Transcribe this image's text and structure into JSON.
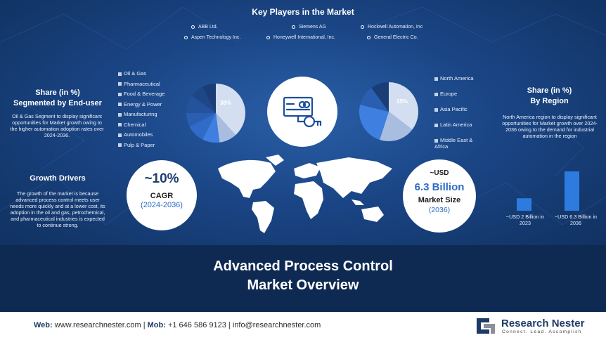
{
  "key_players": {
    "title": "Key Players in the Market",
    "row1": [
      "ABB Ltd.",
      "Siemens AG",
      "Rockwell Automation,  Inc"
    ],
    "row2": [
      "Aspen Technology Inc.",
      "Honeywell International, Inc.",
      "General Electric Co."
    ]
  },
  "end_user": {
    "title_line1": "Share (in %)",
    "title_line2": "Segmented by End-user",
    "description": "Oil & Gas Segment  to display significant opportunities for Market growth owing to the higher automation adoption rates over 2024-2036.",
    "legend": [
      "Oil & Gas",
      "Pharmaceutical",
      "Food & Beverage",
      "Energy & Power",
      "Manufacturing",
      "Chemical",
      "Automobiles",
      "Pulp & Paper"
    ],
    "pie_label": "38%"
  },
  "region": {
    "title_line1": "Share (in %)",
    "title_line2": "By Region",
    "description": "North America region to display significant opportunities for Market growth over 2024-2036 owing to the demand for industrial automation in the region",
    "legend": [
      "North America",
      "Europe",
      "Asia Pacific",
      "Latin America",
      "Middle East & Africa"
    ],
    "pie_label": "35%"
  },
  "growth": {
    "title": "Growth Drivers",
    "description": "The growth of the market is because advanced process control meets  user needs more quickly and at a lower cost, its adoption in the oil and gas, petrochemical, and pharmaceutical industries is expected  to continue strong."
  },
  "cagr": {
    "value": "~10%",
    "label": "CAGR",
    "period": "(2024-2036)"
  },
  "market_size": {
    "prefix": "~USD",
    "value": "6.3 Billion",
    "label": "Market Size",
    "year": "(2036)"
  },
  "bars": {
    "values": [
      2,
      6.3
    ],
    "labels": [
      "~USD 2 Billion in 2023",
      "~USD 6.3 Billion in 2036"
    ]
  },
  "main_title": {
    "line1": "Advanced Process Control",
    "line2": "Market Overview"
  },
  "footer": {
    "web_label": "Web:",
    "web": "www.researchnester.com",
    "mob_label": "Mob:",
    "mob": "+1 646 586 9123",
    "email": "info@researchnester.com",
    "sep": "|"
  },
  "logo": {
    "name": "Research Nester",
    "tagline": "Connect. Lead. Accomplish"
  },
  "colors": {
    "bg_dark": "#0f2a52",
    "bg_mid": "#1a4585",
    "accent_blue": "#2e7be0",
    "pie_light": "#d3def0"
  }
}
